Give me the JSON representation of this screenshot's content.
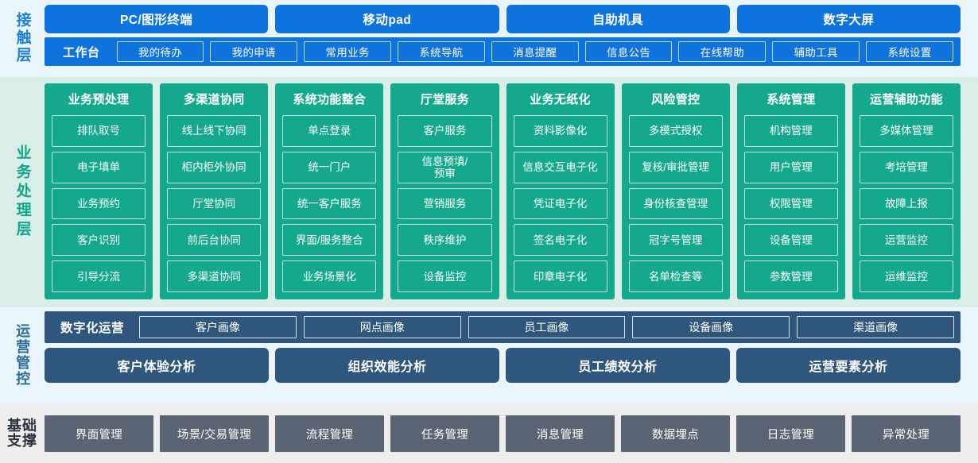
{
  "layers": {
    "contact": {
      "label": "接触层",
      "channels": [
        {
          "label": "PC/图形终端"
        },
        {
          "label": "移动pad"
        },
        {
          "label": "自助机具"
        },
        {
          "label": "数字大屏"
        }
      ],
      "quick_bar": {
        "title": "工作台",
        "chips": [
          "我的待办",
          "我的申请",
          "常用业务",
          "系统导航",
          "消息提醒",
          "信息公告",
          "在线帮助",
          "辅助工具",
          "系统设置"
        ]
      }
    },
    "business": {
      "label": "业务处理层",
      "columns": [
        {
          "title": "业务预处理",
          "items": [
            "排队取号",
            "电子填单",
            "业务预约",
            "客户识别",
            "引导分流"
          ]
        },
        {
          "title": "多渠道协同",
          "items": [
            "线上线下协同",
            "柜内柜外协同",
            "厅堂协同",
            "前后台协同",
            "多渠道协同"
          ]
        },
        {
          "title": "系统功能整合",
          "items": [
            "单点登录",
            "统一门户",
            "统一客户服务",
            "界面/服务整合",
            "业务场景化"
          ]
        },
        {
          "title": "厅堂服务",
          "items": [
            "客户服务",
            "信息预填/\n预审",
            "营销服务",
            "秩序维护",
            "设备监控"
          ]
        },
        {
          "title": "业务无纸化",
          "items": [
            "资料影像化",
            "信息交互电子化",
            "凭证电子化",
            "签名电子化",
            "印章电子化"
          ]
        },
        {
          "title": "风险管控",
          "items": [
            "多模式授权",
            "复核/审批管理",
            "身份核查管理",
            "冠字号管理",
            "名单检查等"
          ]
        },
        {
          "title": "系统管理",
          "items": [
            "机构管理",
            "用户管理",
            "权限管理",
            "设备管理",
            "参数管理"
          ]
        },
        {
          "title": "运营辅助功能",
          "items": [
            "多媒体管理",
            "考培管理",
            "故障上报",
            "运营监控",
            "运维监控"
          ]
        }
      ]
    },
    "operations": {
      "label": "运营管控",
      "digital_ops": {
        "title": "数字化运营",
        "chips": [
          "客户画像",
          "网点画像",
          "员工画像",
          "设备画像",
          "渠道画像"
        ]
      },
      "analysis": [
        "客户体验分析",
        "组织效能分析",
        "员工绩效分析",
        "运营要素分析"
      ]
    },
    "foundation": {
      "label_line1": "基础",
      "label_line2": "支撑",
      "items": [
        "界面管理",
        "场景/交易管理",
        "流程管理",
        "任务管理",
        "消息管理",
        "数据埋点",
        "日志管理",
        "异常处理"
      ]
    }
  },
  "colors": {
    "contact_bg": "#eaf4fb",
    "contact_accent": "#0f73de",
    "contact_label": "#1f7fd6",
    "business_bg": "#daeee8",
    "business_accent": "#14a98c",
    "business_label": "#0fa888",
    "operations_bg": "#eaf4fb",
    "operations_accent": "#2f577d",
    "operations_label": "#2e6f91",
    "foundation_bg": "#eeeeee",
    "foundation_accent": "#5a6472",
    "foundation_label": "#2b3240"
  }
}
